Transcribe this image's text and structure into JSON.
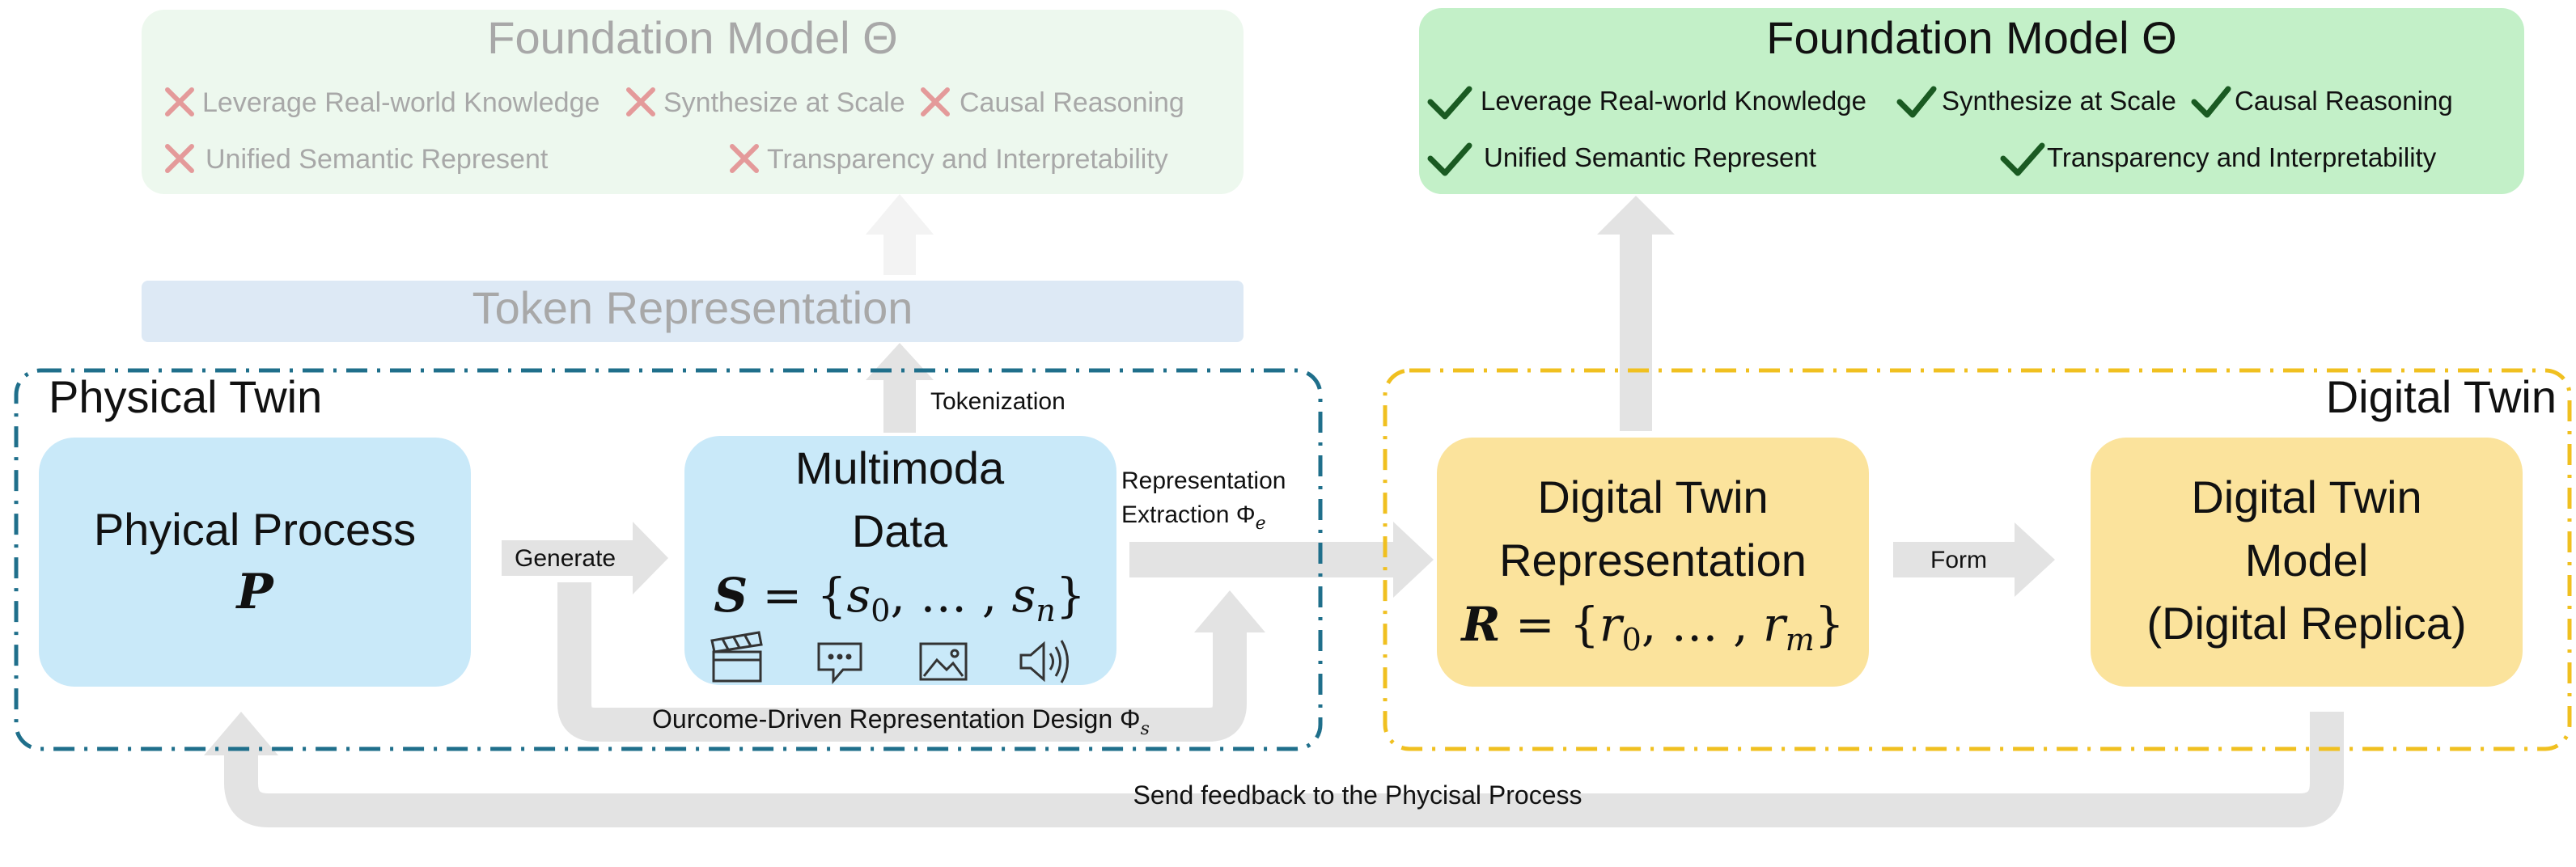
{
  "left_foundation_box": {
    "title": "Foundation Model Θ",
    "items": [
      "Leverage Real-world Knowledge",
      "Synthesize at Scale",
      "Causal Reasoning",
      "Unified Semantic Represent",
      "Transparency and Interpretability"
    ]
  },
  "right_foundation_box": {
    "title": "Foundation Model Θ",
    "items": [
      "Leverage Real-world Knowledge",
      "Synthesize at Scale",
      "Causal Reasoning",
      "Unified Semantic Represent",
      "Transparency and Interpretability"
    ]
  },
  "token_representation": {
    "label": "Token Representation"
  },
  "physical_twin": {
    "title": "Physical Twin",
    "process": {
      "line1": "Phyical Process",
      "symbol": "P"
    },
    "data": {
      "line1": "Multimoda",
      "line2": "Data",
      "formula_lhs": "S",
      "formula_eq": " = {",
      "s": "s",
      "sub0": "0",
      "mid": ", … , ",
      "subn": "n",
      "close": "}"
    },
    "modality_icons": [
      "video-icon",
      "chat-icon",
      "image-icon",
      "audio-icon"
    ]
  },
  "digital_twin": {
    "title": "Digital Twin",
    "representation": {
      "line1": "Digital Twin",
      "line2": "Representation",
      "formula_lhs": "R",
      "formula_eq": " = {",
      "r": "r",
      "sub0": "0",
      "mid": ", … , ",
      "subm": "m",
      "close": "}"
    },
    "model": {
      "line1": "Digital Twin",
      "line2": "Model",
      "line3": "(Digital Replica)"
    }
  },
  "arrows": {
    "generate": "Generate",
    "tokenization": "Tokenization",
    "extraction_line1": "Representation",
    "extraction_line2": "Extraction Φ",
    "extraction_sub": "e",
    "form": "Form",
    "design": "Ourcome-Driven Representation Design Φ",
    "design_sub": "s",
    "feedback": "Send feedback to the Phycisal Process"
  },
  "colors": {
    "process_fill": "#c9e9f9",
    "dt_fill": "#fbe39c",
    "green_fill": "#c3f0c8",
    "faded_green_fill": "#edf8ee",
    "token_fill": "#dde9f5",
    "arrow": "#e3e3e3",
    "physical_border": "#1f6f8b",
    "digital_border": "#f0c020",
    "check": "#1a5a22",
    "cross": "#e49a9a"
  }
}
